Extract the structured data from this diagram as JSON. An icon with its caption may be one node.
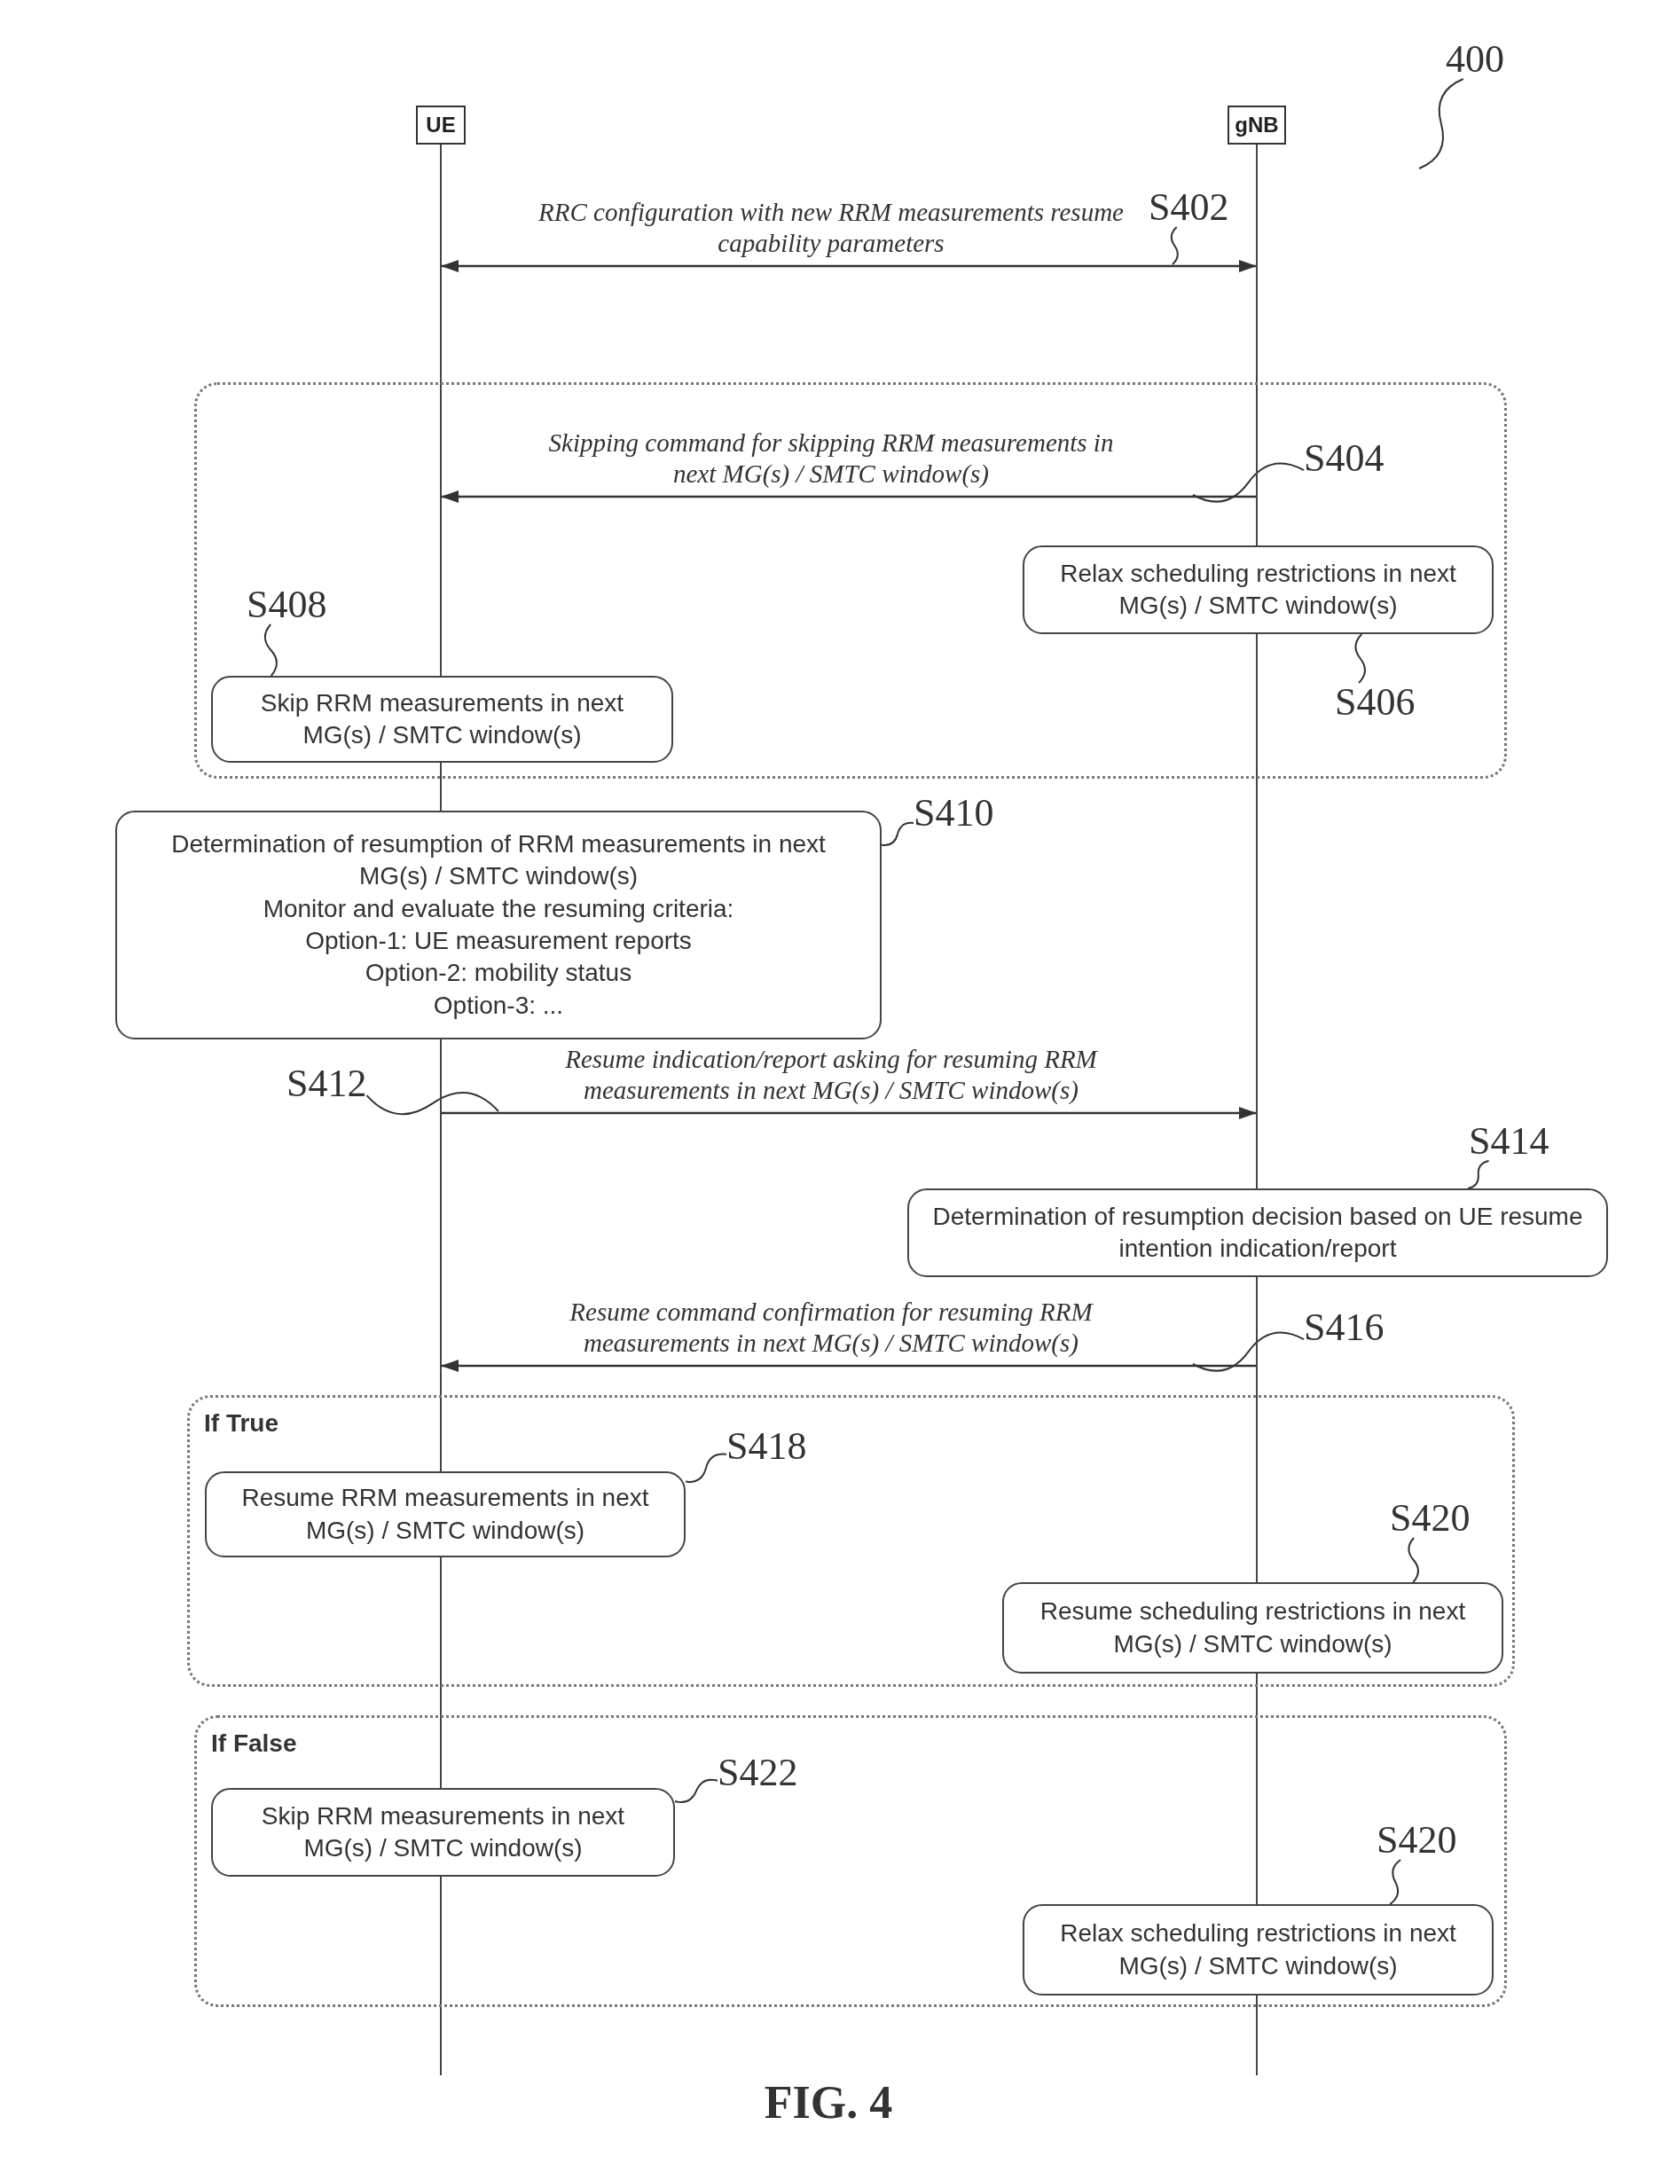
{
  "diagram": {
    "caption": "FIG. 4",
    "nodes": [
      {
        "text": [
          "400"
        ]
      },
      {
        "text": [
          "UE"
        ]
      },
      {
        "text": [
          "gNB"
        ]
      },
      {
        "text": [
          "S402"
        ]
      },
      {
        "text": [],
        "shape": "box"
      },
      {
        "text": [
          "S404"
        ],
        "in": 4
      },
      {
        "text": [
          "Relax scheduling restrictions in next MG(s) / SMTC window(s)"
        ],
        "in": 4
      },
      {
        "text": [
          "S408"
        ],
        "in": 4
      },
      {
        "text": [
          "Skip RRM measurements in next MG(s) / SMTC window(s)"
        ],
        "in": 4
      },
      {
        "text": [
          "S406"
        ],
        "in": 4
      },
      {
        "text": [
          "Determination of resumption of RRM measurements in next MG(s) / SMTC window(s)",
          "Monitor and evaluate the resuming criteria:",
          "Option-1: UE measurement reports",
          "Option-2: mobility status",
          "Option-3: ..."
        ]
      },
      {
        "text": [
          "S410"
        ]
      },
      {
        "text": [
          "S412"
        ]
      },
      {
        "text": [
          "S414"
        ]
      },
      {
        "text": [
          "Determination of resumption decision based on UE resume intention indication/report"
        ]
      },
      {
        "text": [
          "S416"
        ]
      },
      {
        "text": [
          "If True"
        ]
      },
      {
        "text": [
          "S418"
        ],
        "in": 16
      },
      {
        "text": [
          "Resume RRM measurements in next MG(s) / SMTC window(s)"
        ],
        "in": 16
      },
      {
        "text": [
          "S420"
        ],
        "in": 16
      },
      {
        "text": [
          "Resume scheduling restrictions in next MG(s) / SMTC window(s)"
        ],
        "in": 16
      },
      {
        "text": [
          "If False"
        ]
      },
      {
        "text": [
          "S422"
        ],
        "in": 21
      },
      {
        "text": [
          "Skip RRM measurements in next MG(s) / SMTC window(s)"
        ],
        "in": 21
      },
      {
        "text": [
          "S420"
        ],
        "in": 21
      },
      {
        "text": [
          "Relax scheduling restrictions in next MG(s) / SMTC window(s)"
        ],
        "in": 21
      }
    ],
    "edges": [
      {
        "from": 0,
        "to": null,
        "arrow": "none"
      },
      {
        "from": 3,
        "to": null,
        "arrow": "none"
      },
      {
        "from": 1,
        "to": 2,
        "arrow": "both",
        "label": "RRC configuration with new RRM measurements resume capability parameters"
      },
      {
        "from": 5,
        "to": null,
        "arrow": "none"
      },
      {
        "from": 2,
        "to": 1,
        "arrow": "to",
        "label": "Skipping command for skipping RRM measurements in next MG(s) / SMTC window(s)"
      },
      {
        "from": 7,
        "to": 8,
        "arrow": "none"
      },
      {
        "from": 9,
        "to": 6,
        "arrow": "none"
      },
      {
        "from": 11,
        "to": 10,
        "arrow": "none"
      },
      {
        "from": 12,
        "to": null,
        "arrow": "none"
      },
      {
        "from": 1,
        "to": 2,
        "arrow": "to",
        "label": "Resume indication/report asking for resuming RRM measurements in next MG(s) / SMTC window(s)"
      },
      {
        "from": 13,
        "to": 14,
        "arrow": "none"
      },
      {
        "from": 15,
        "to": null,
        "arrow": "none"
      },
      {
        "from": 2,
        "to": 1,
        "arrow": "to",
        "label": "Resume command confirmation for resuming RRM measurements in next MG(s) / SMTC window(s)"
      },
      {
        "from": 17,
        "to": 18,
        "arrow": "none"
      },
      {
        "from": 19,
        "to": 20,
        "arrow": "none"
      },
      {
        "from": 22,
        "to": 23,
        "arrow": "none"
      },
      {
        "from": 24,
        "to": 25,
        "arrow": "none"
      }
    ]
  }
}
